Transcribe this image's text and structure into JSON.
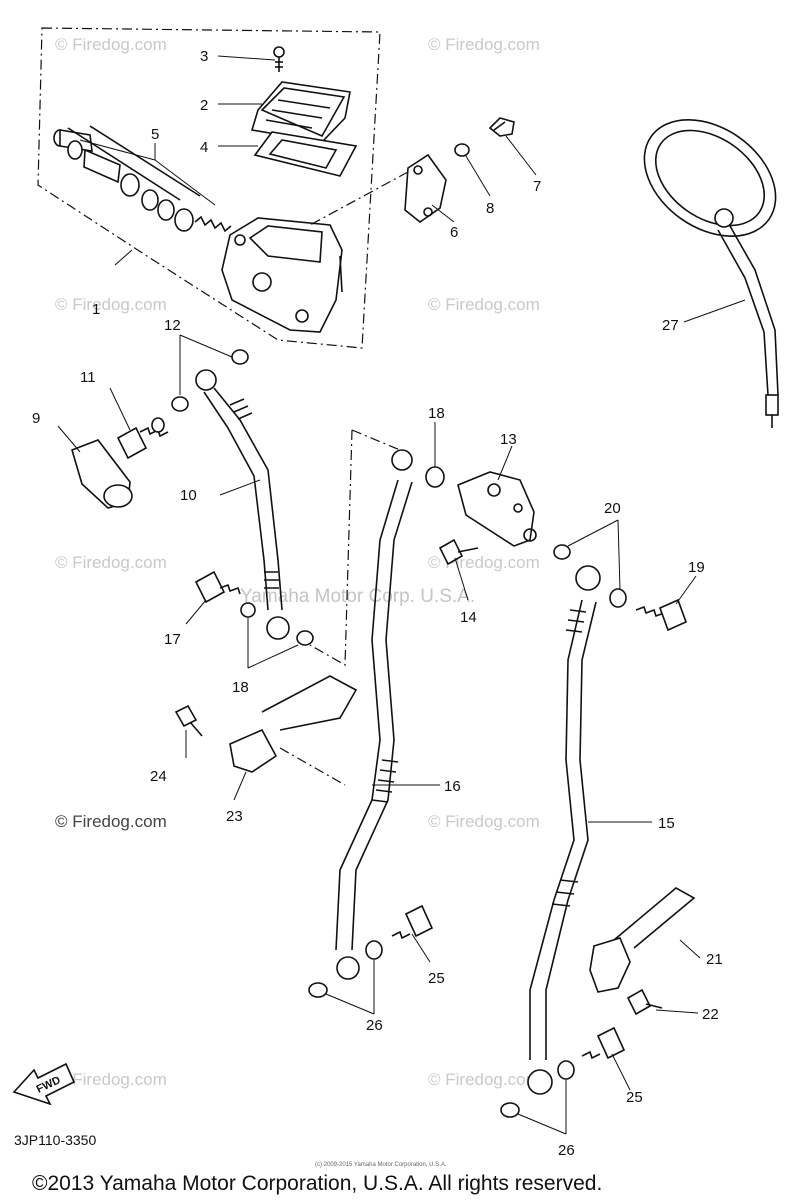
{
  "watermarks": {
    "site": "© Firedog.com",
    "center": "Yamaha Motor Corp. U.S.A.",
    "fine_print": "(c) 2009-2015 Yamaha Motor Corporation, U.S.A."
  },
  "diagram_code": "3JP110-3350",
  "fwd_label": "FWD",
  "copyright": "©2013 Yamaha Motor Corporation, U.S.A. All rights reserved.",
  "callouts": [
    {
      "id": "c1",
      "text": "1"
    },
    {
      "id": "c2",
      "text": "2"
    },
    {
      "id": "c3",
      "text": "3"
    },
    {
      "id": "c4",
      "text": "4"
    },
    {
      "id": "c5",
      "text": "5"
    },
    {
      "id": "c6",
      "text": "6"
    },
    {
      "id": "c7",
      "text": "7"
    },
    {
      "id": "c8",
      "text": "8"
    },
    {
      "id": "c9",
      "text": "9"
    },
    {
      "id": "c10",
      "text": "10"
    },
    {
      "id": "c11",
      "text": "11"
    },
    {
      "id": "c12",
      "text": "12"
    },
    {
      "id": "c13",
      "text": "13"
    },
    {
      "id": "c14",
      "text": "14"
    },
    {
      "id": "c15",
      "text": "15"
    },
    {
      "id": "c16",
      "text": "16"
    },
    {
      "id": "c17",
      "text": "17"
    },
    {
      "id": "c18a",
      "text": "18"
    },
    {
      "id": "c18b",
      "text": "18"
    },
    {
      "id": "c19",
      "text": "19"
    },
    {
      "id": "c20",
      "text": "20"
    },
    {
      "id": "c21",
      "text": "21"
    },
    {
      "id": "c22",
      "text": "22"
    },
    {
      "id": "c23",
      "text": "23"
    },
    {
      "id": "c24",
      "text": "24"
    },
    {
      "id": "c25a",
      "text": "25"
    },
    {
      "id": "c25b",
      "text": "25"
    },
    {
      "id": "c26a",
      "text": "26"
    },
    {
      "id": "c26b",
      "text": "26"
    },
    {
      "id": "c27",
      "text": "27"
    }
  ]
}
